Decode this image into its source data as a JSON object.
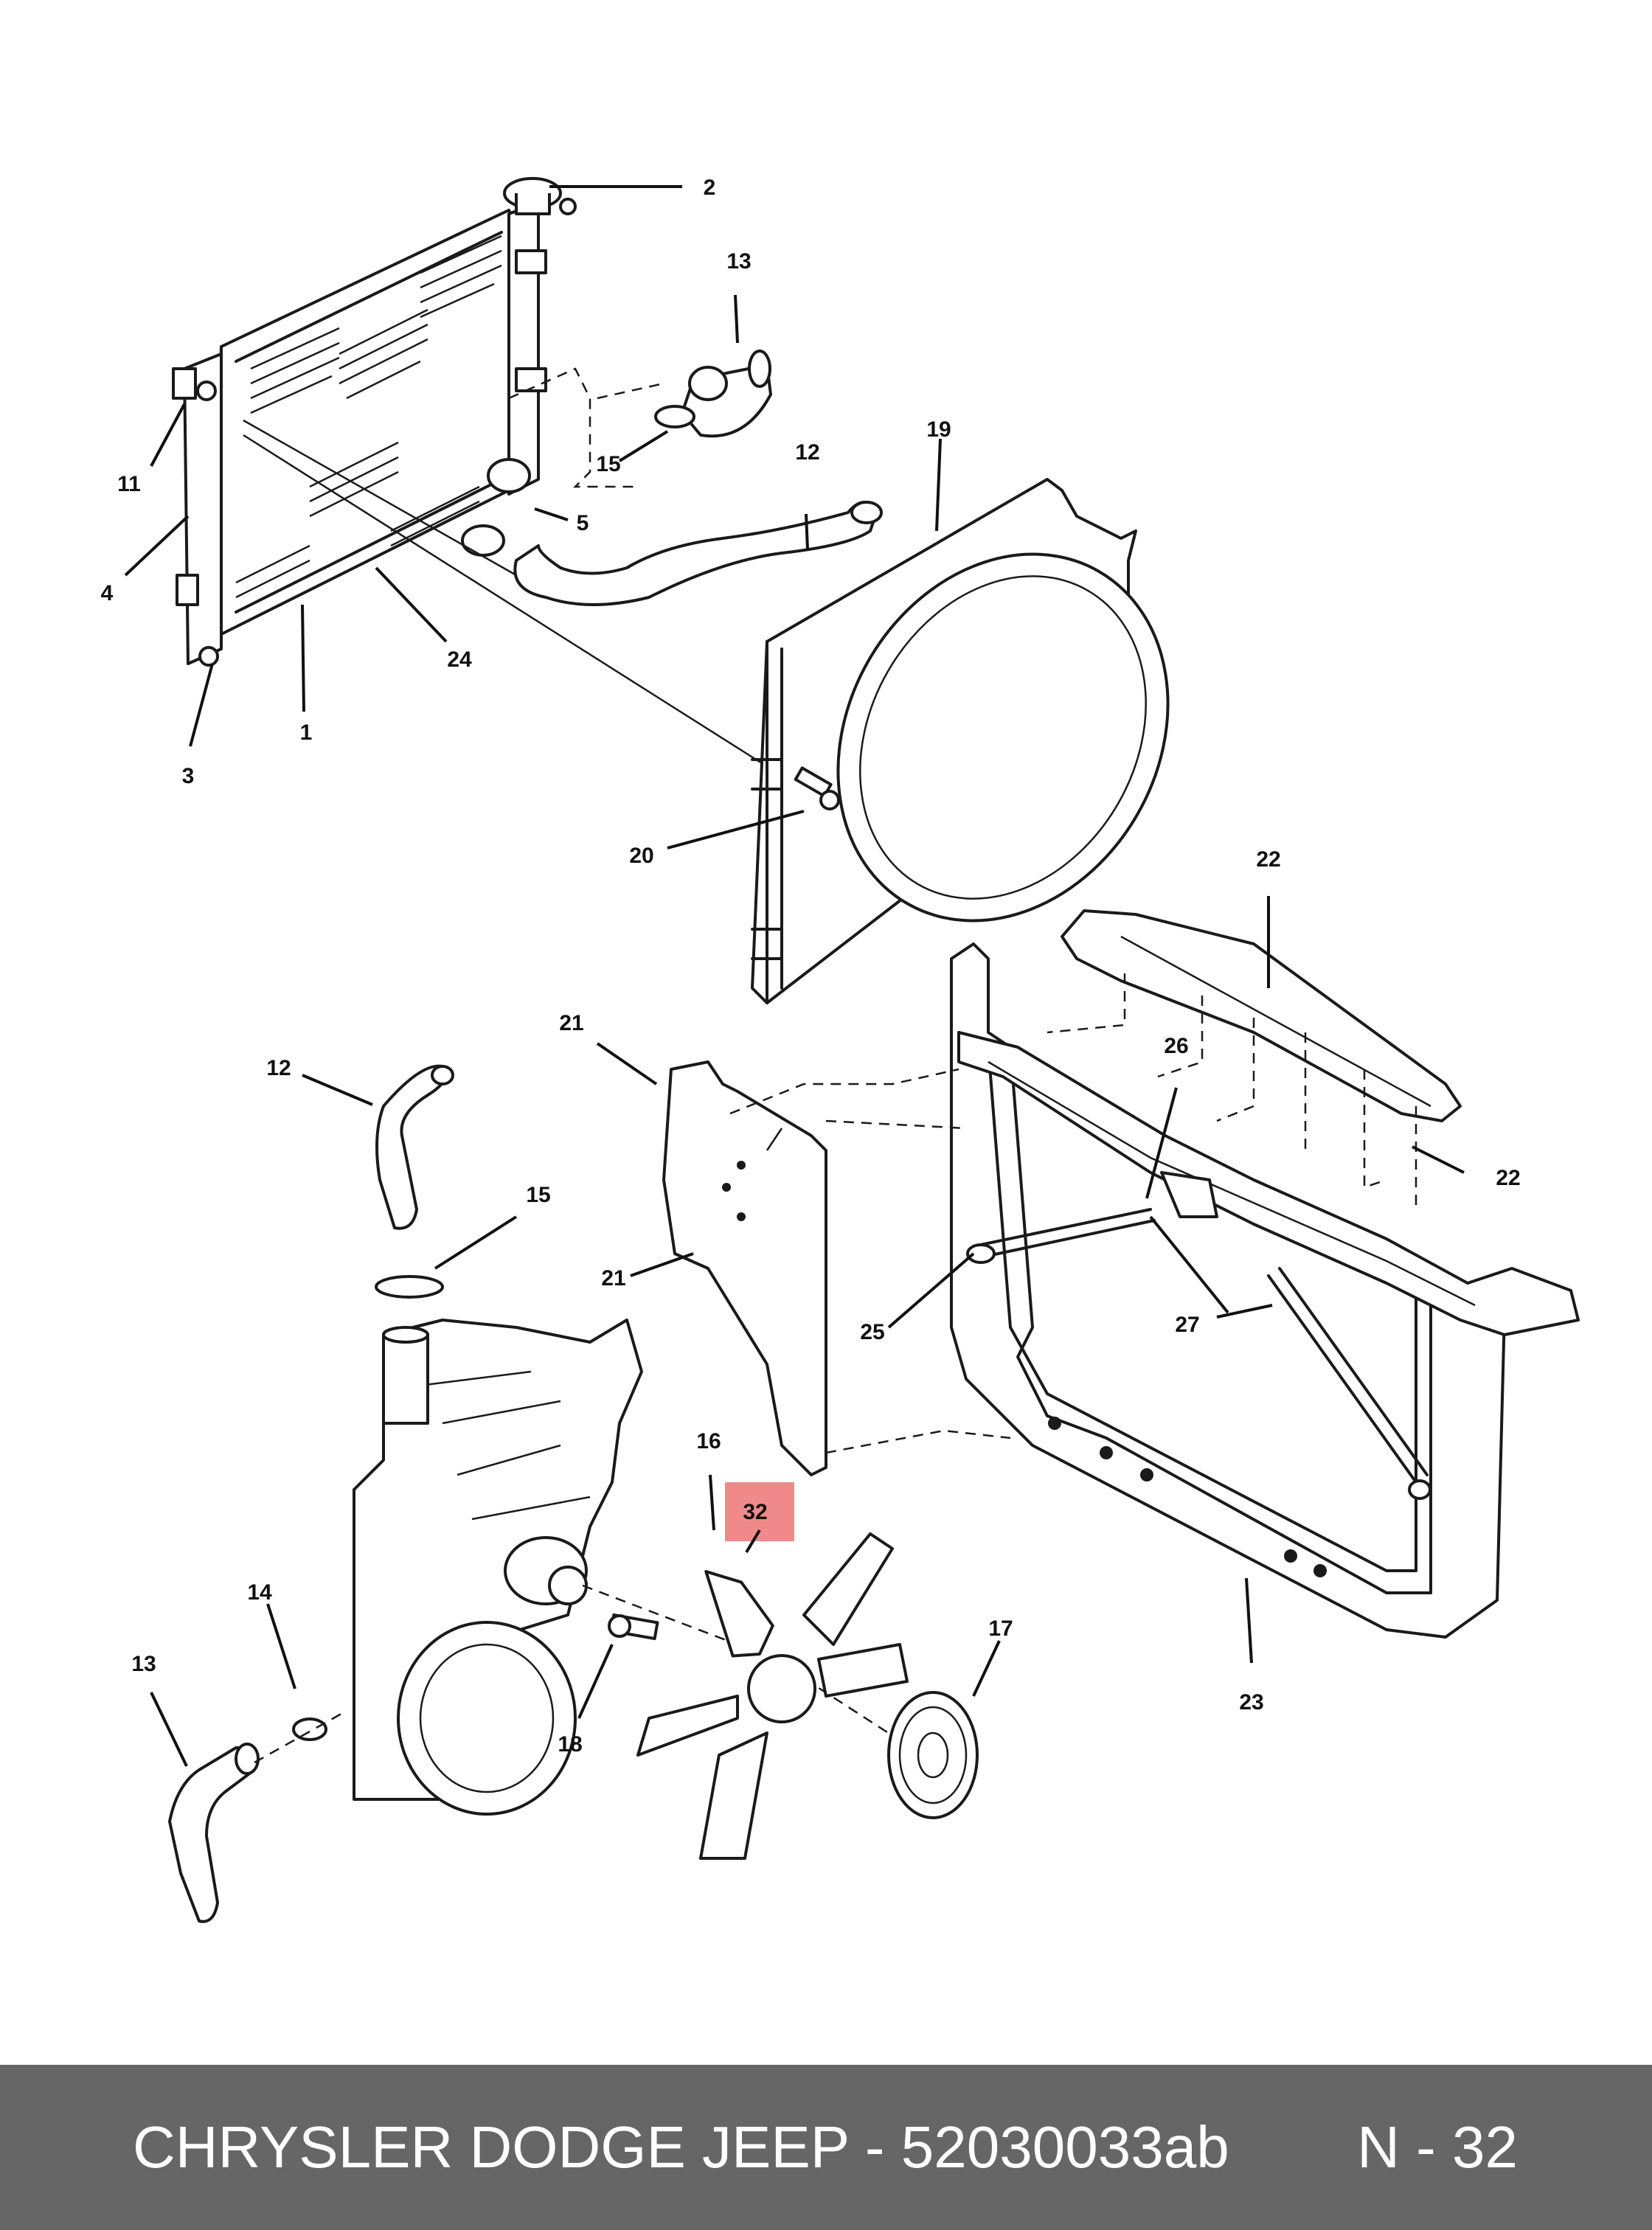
{
  "callouts": [
    {
      "id": "c2",
      "label": "2"
    },
    {
      "id": "c13a",
      "label": "13"
    },
    {
      "id": "c15a",
      "label": "15"
    },
    {
      "id": "c12a",
      "label": "12"
    },
    {
      "id": "c19",
      "label": "19"
    },
    {
      "id": "c5",
      "label": "5"
    },
    {
      "id": "c11",
      "label": "11"
    },
    {
      "id": "c4",
      "label": "4"
    },
    {
      "id": "c24",
      "label": "24"
    },
    {
      "id": "c1",
      "label": "1"
    },
    {
      "id": "c3",
      "label": "3"
    },
    {
      "id": "c20",
      "label": "20"
    },
    {
      "id": "c22a",
      "label": "22"
    },
    {
      "id": "c22b",
      "label": "22"
    },
    {
      "id": "c21a",
      "label": "21"
    },
    {
      "id": "c26",
      "label": "26"
    },
    {
      "id": "c12b",
      "label": "12"
    },
    {
      "id": "c15b",
      "label": "15"
    },
    {
      "id": "c21b",
      "label": "21"
    },
    {
      "id": "c25",
      "label": "25"
    },
    {
      "id": "c27",
      "label": "27"
    },
    {
      "id": "c16",
      "label": "16"
    },
    {
      "id": "c32",
      "label": "32"
    },
    {
      "id": "c14",
      "label": "14"
    },
    {
      "id": "c17",
      "label": "17"
    },
    {
      "id": "c13b",
      "label": "13"
    },
    {
      "id": "c18",
      "label": "18"
    },
    {
      "id": "c23",
      "label": "23"
    }
  ],
  "highlighted_callout": "32",
  "highlight_color": "#f08a8a",
  "footer": {
    "title": "CHRYSLER DODGE JEEP - 52030033ab",
    "page": "N - 32",
    "background": "#666666"
  }
}
